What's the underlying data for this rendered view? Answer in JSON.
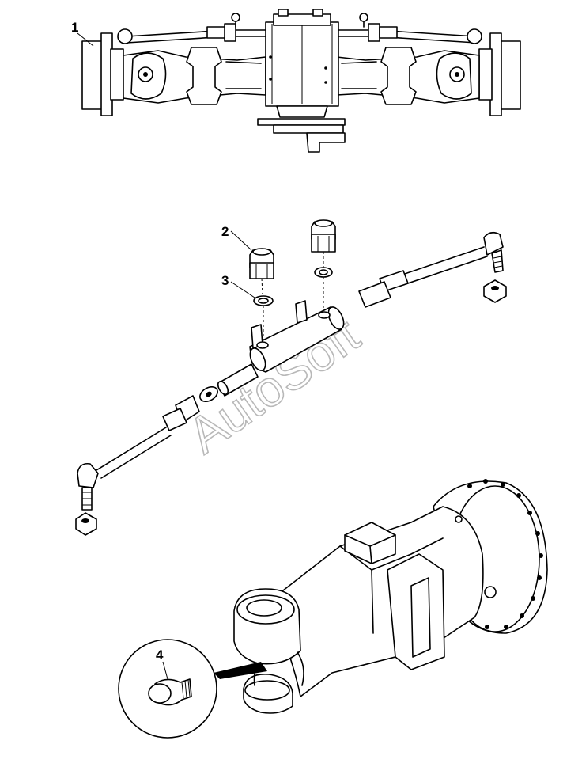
{
  "watermark": "AutoSoft",
  "callouts": [
    {
      "id": "1",
      "label": "1",
      "part": "front-axle-assembly"
    },
    {
      "id": "2",
      "label": "2",
      "part": "hydraulic-fitting"
    },
    {
      "id": "3",
      "label": "3",
      "part": "o-ring-seal"
    },
    {
      "id": "4",
      "label": "4",
      "part": "pivot-pin"
    }
  ]
}
